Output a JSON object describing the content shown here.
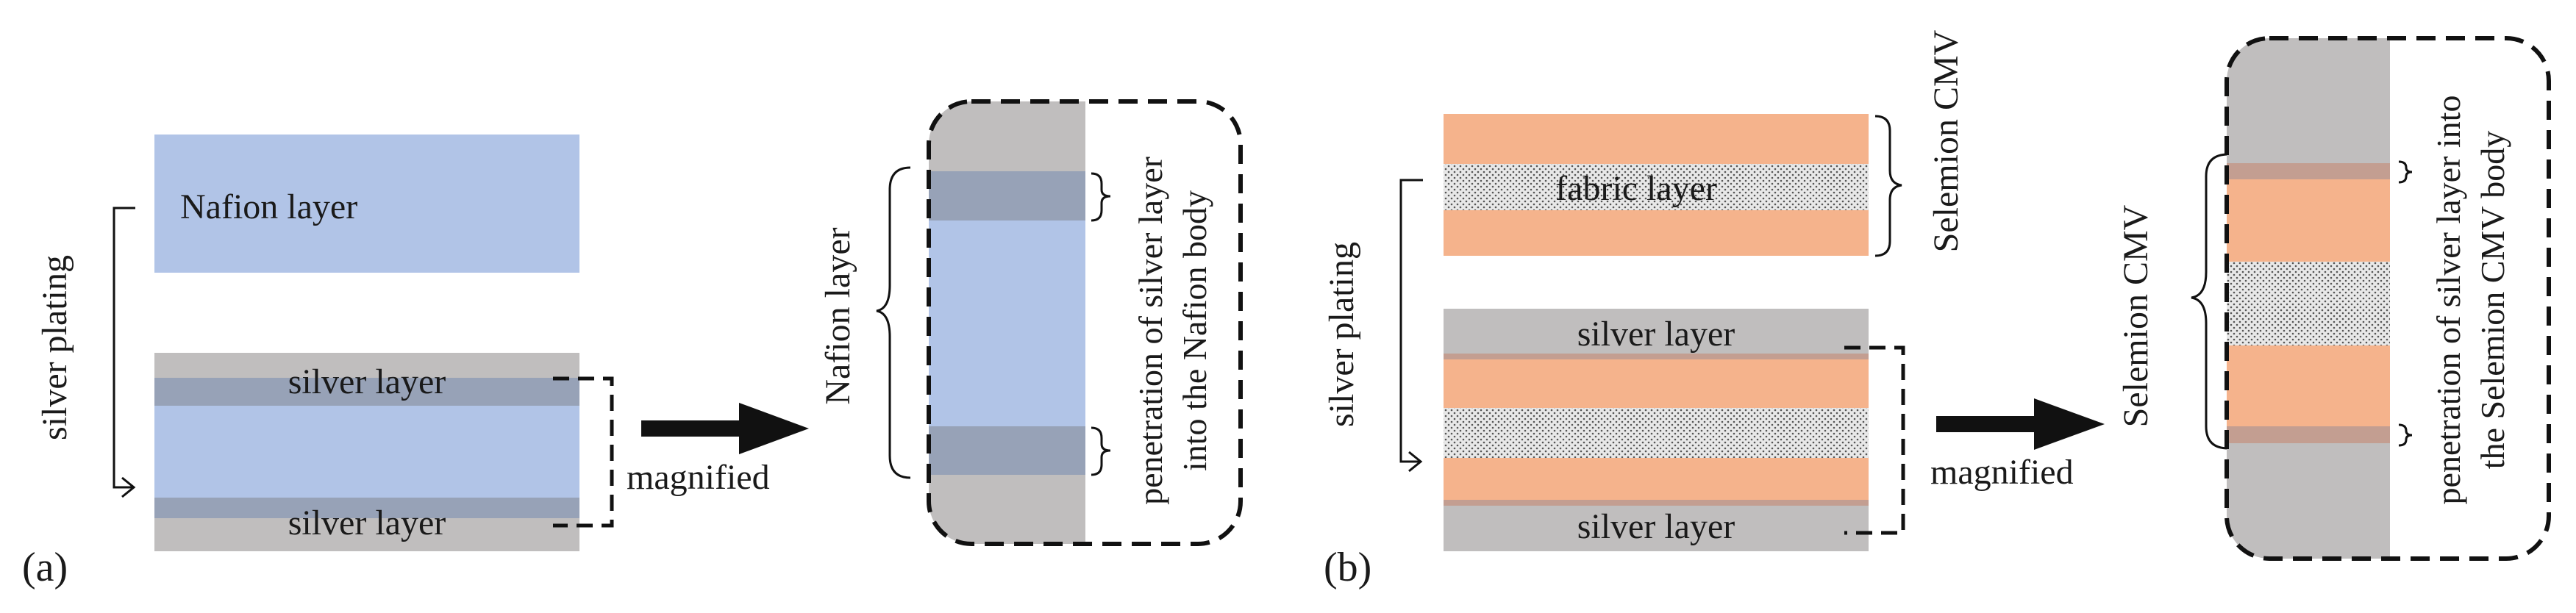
{
  "panel_a": {
    "panel_label": "(a)",
    "top_layer_label": "Nafion layer",
    "process_label": "silver plating",
    "upper_silver_label": "silver layer",
    "lower_silver_label": "silver layer",
    "arrow_label": "magnified",
    "zoom_brace_label": "Nafion layer",
    "zoom_penetration_line1": "penetration of silver layer",
    "zoom_penetration_line2": "into the Nafion body"
  },
  "panel_b": {
    "panel_label": "(b)",
    "fabric_label": "fabric layer",
    "membrane_brace_label": "Selemion CMV",
    "process_label": "silver plating",
    "upper_silver_label": "silver layer",
    "lower_silver_label": "silver layer",
    "arrow_label": "magnified",
    "zoom_brace_label": "Selemion CMV",
    "zoom_penetration_line1": "penetration of silver layer into",
    "zoom_penetration_line2": "the Selemion CMV body"
  },
  "colors": {
    "nafion": "#b1c4e7",
    "silver": "#c0bebe",
    "penetration_nafion": "#97a2b7",
    "cmv": "#f5b38c",
    "penetration_cmv": "#c39e91",
    "fabric": "#dddddd",
    "stroke": "#111111"
  }
}
